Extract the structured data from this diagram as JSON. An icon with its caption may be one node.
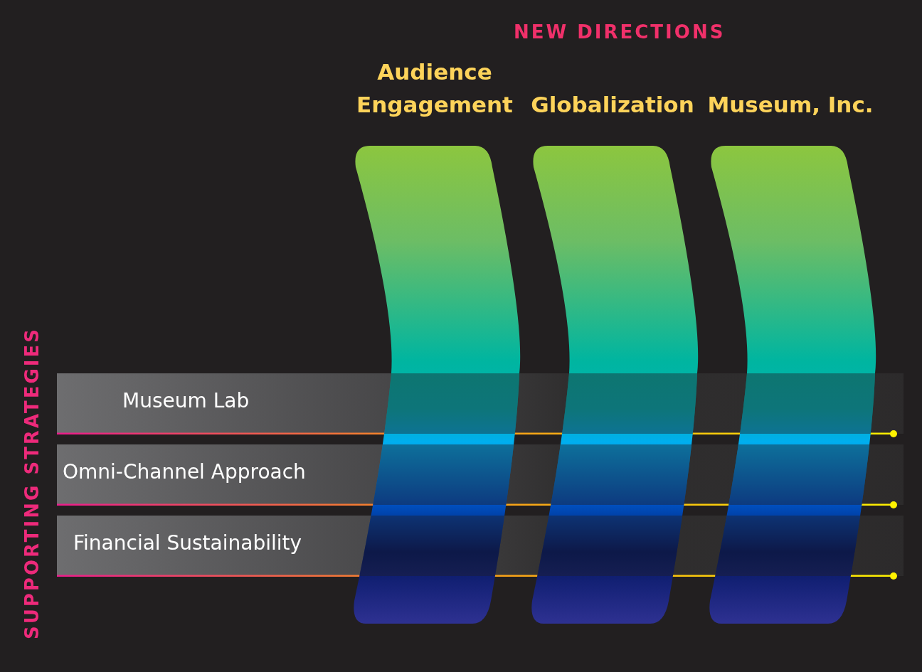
{
  "diagram": {
    "nodes": [
      {
        "text": [
          "Audience Engagement"
        ]
      },
      {
        "text": [
          "Globalization"
        ]
      },
      {
        "text": [
          "Museum, Inc."
        ]
      },
      {
        "text": [
          "Museum Lab"
        ]
      },
      {
        "text": [
          "Omni-Channel Approach"
        ]
      },
      {
        "text": [
          "Financial Sustainability"
        ]
      }
    ],
    "labels": [
      "NEW DIRECTIONS",
      "SUPPORTING STRATEGIES"
    ]
  }
}
